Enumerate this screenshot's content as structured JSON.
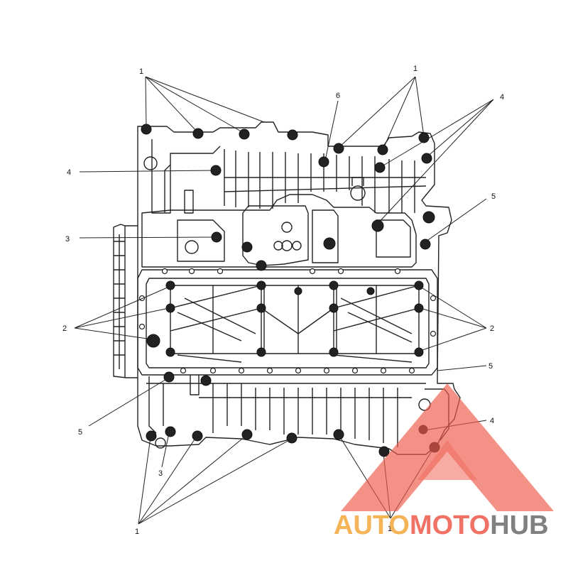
{
  "diagram": {
    "callouts": [
      {
        "id": "c1-top-left",
        "text": "1"
      },
      {
        "id": "c1-top-right",
        "text": "1"
      },
      {
        "id": "c6-top",
        "text": "6"
      },
      {
        "id": "c4-top-right",
        "text": "4"
      },
      {
        "id": "c4-left",
        "text": "4"
      },
      {
        "id": "c5-right-upper",
        "text": "5"
      },
      {
        "id": "c3-left",
        "text": "3"
      },
      {
        "id": "c2-left",
        "text": "2"
      },
      {
        "id": "c2-right",
        "text": "2"
      },
      {
        "id": "c5-right-lower",
        "text": "5"
      },
      {
        "id": "c5-left-lower",
        "text": "5"
      },
      {
        "id": "c4-right-lower",
        "text": "4"
      },
      {
        "id": "c3-bottom",
        "text": "3"
      },
      {
        "id": "c1-bottom-left",
        "text": "1"
      },
      {
        "id": "c1-bottom-right",
        "text": "1"
      }
    ]
  },
  "watermark": {
    "part1": "AUTO",
    "part2": "MOTO",
    "part3": "HUB",
    "colors": {
      "auto": "#f4a73c",
      "moto": "#ee5a4a",
      "hub": "#6b6b6b"
    }
  }
}
